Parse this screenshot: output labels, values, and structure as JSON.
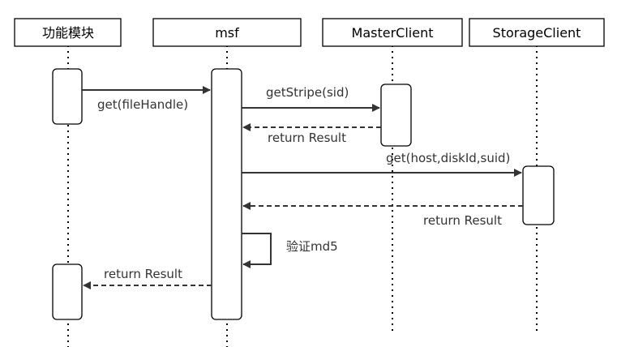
{
  "participants": [
    {
      "id": "func",
      "label": "功能模块"
    },
    {
      "id": "msf",
      "label": "msf"
    },
    {
      "id": "master",
      "label": "MasterClient"
    },
    {
      "id": "storage",
      "label": "StorageClient"
    }
  ],
  "messages": [
    {
      "id": "m1",
      "text": "get(fileHandle)",
      "from": "功能模块",
      "to": "msf",
      "style": "solid"
    },
    {
      "id": "m2",
      "text": "getStripe(sid)",
      "from": "msf",
      "to": "MasterClient",
      "style": "solid"
    },
    {
      "id": "m3",
      "text": "return Result",
      "from": "MasterClient",
      "to": "msf",
      "style": "dashed"
    },
    {
      "id": "m4",
      "text": "get(host,diskId,suid)",
      "from": "msf",
      "to": "StorageClient",
      "style": "solid"
    },
    {
      "id": "m5",
      "text": "return Result",
      "from": "StorageClient",
      "to": "msf",
      "style": "dashed"
    },
    {
      "id": "m6",
      "text": "验证md5",
      "from": "msf",
      "to": "msf",
      "style": "solid"
    },
    {
      "id": "m7",
      "text": "return Result",
      "from": "msf",
      "to": "功能模块",
      "style": "dashed"
    }
  ],
  "colors": {
    "line": "#333333",
    "border": "#000000",
    "background": "#ffffff"
  }
}
